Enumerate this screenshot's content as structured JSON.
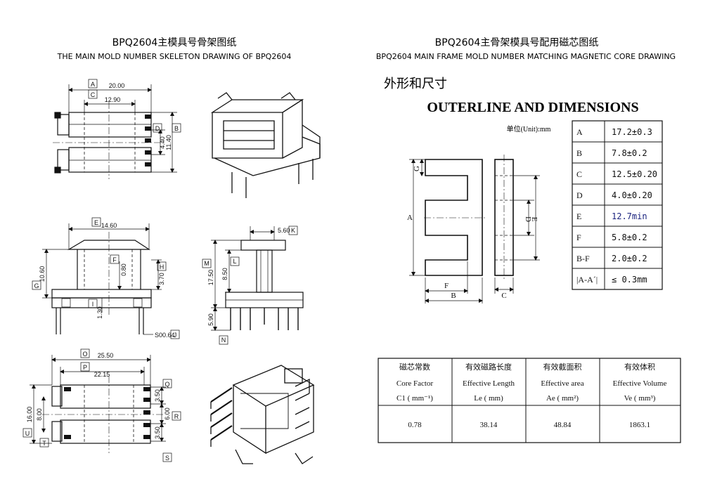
{
  "left_panel": {
    "title_cn": "BPQ2604主模具号骨架图纸",
    "title_en": "THE MAIN MOLD NUMBER SKELETON DRAWING OF BPQ2604",
    "dim_labels": {
      "A": "A",
      "B": "B",
      "C": "C",
      "D": "D",
      "E": "E",
      "F": "F",
      "G": "G",
      "H": "H",
      "I": "I",
      "J": "J",
      "K": "K",
      "L": "L",
      "M": "M",
      "N": "N",
      "O": "O",
      "P": "P",
      "Q": "Q",
      "R": "R",
      "S": "S",
      "T": "T",
      "U": "U"
    },
    "dims": {
      "A": "20.00",
      "C": "12.90",
      "D": "4.40",
      "B": "11.40",
      "E": "14.60",
      "F": "0.80",
      "G": "10.60",
      "H": "3.70",
      "I": "1.30",
      "J": "S00.64",
      "K": "5.60",
      "L": "8.50",
      "M": "17.50",
      "N": "5.90",
      "O": "25.50",
      "P": "22.15",
      "Q": "3.50",
      "R": "6.00",
      "S": "3.50",
      "T": "8.00",
      "U": "16.00"
    }
  },
  "right_panel": {
    "title_cn": "BPQ2604主骨架模具号配用磁芯图纸",
    "title_en": "BPQ2604 MAIN FRAME MOLD NUMBER MATCHING MAGNETIC CORE DRAWING",
    "subtitle_cn": "外形和尺寸",
    "subtitle_en": "OUTERLINE AND DIMENSIONS",
    "unit_label": "单位(Unit):mm",
    "core_labels": {
      "A": "A",
      "B": "B",
      "C": "C",
      "D": "D",
      "E": "E",
      "F": "F",
      "G": "G"
    },
    "dimension_table": [
      {
        "key": "A",
        "value": "17.2±0.3",
        "highlight": false
      },
      {
        "key": "B",
        "value": "7.8±0.2",
        "highlight": false
      },
      {
        "key": "C",
        "value": "12.5±0.20",
        "highlight": false
      },
      {
        "key": "D",
        "value": "4.0±0.20",
        "highlight": false
      },
      {
        "key": "E",
        "value": "12.7min",
        "highlight": true
      },
      {
        "key": "F",
        "value": "5.8±0.2",
        "highlight": false
      },
      {
        "key": "B-F",
        "value": "2.0±0.2",
        "highlight": false
      },
      {
        "key": "|A-A´|",
        "value": "≤ 0.3mm",
        "highlight": false
      }
    ],
    "highlight_color": "#1a237e",
    "param_table": {
      "headers": [
        {
          "cn": "磁芯常数",
          "en": "Core Factor",
          "sym": "C1 ( mm⁻¹)"
        },
        {
          "cn": "有效磁路长度",
          "en": "Effective Length",
          "sym": "Le ( mm)"
        },
        {
          "cn": "有效截面积",
          "en": "Effective area",
          "sym": "Ae ( mm²)"
        },
        {
          "cn": "有效体积",
          "en": "Effective Volume",
          "sym": "Ve ( mm³)"
        }
      ],
      "values": [
        "0.78",
        "38.14",
        "48.84",
        "1863.1"
      ]
    }
  }
}
